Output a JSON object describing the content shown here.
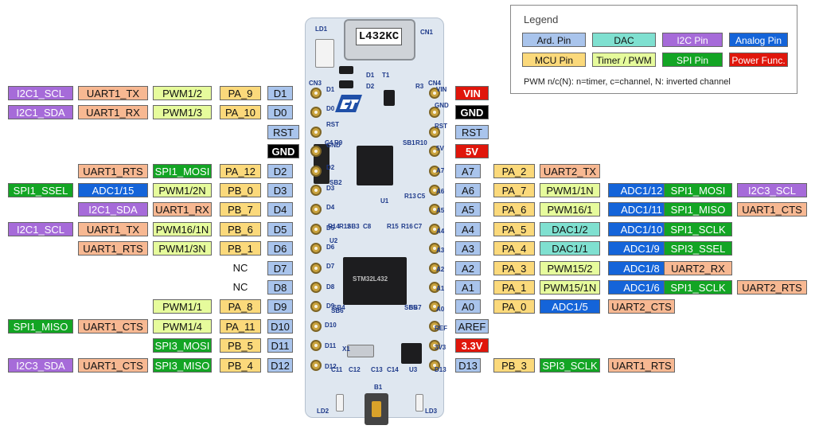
{
  "colors": {
    "ard": "#a9c4ec",
    "mcu": "#fbd97b",
    "dac": "#7fe0d0",
    "timer": "#e6fb9c",
    "i2c": "#a66bd9",
    "spi": "#13a524",
    "analog": "#1464d9",
    "power": "#e0160b",
    "uart": "#f7b892",
    "gnd": "#000000"
  },
  "legend": {
    "title": "Legend",
    "items": [
      {
        "label": "Ard. Pin",
        "type": "ard"
      },
      {
        "label": "DAC",
        "type": "dac"
      },
      {
        "label": "I2C Pin",
        "type": "i2c"
      },
      {
        "label": "Analog Pin",
        "type": "analog"
      },
      {
        "label": "MCU Pin",
        "type": "mcu"
      },
      {
        "label": "Timer / PWM",
        "type": "timer"
      },
      {
        "label": "SPI Pin",
        "type": "spi"
      },
      {
        "label": "Power Func.",
        "type": "power"
      }
    ],
    "note": "PWM n/c(N): n=timer, c=channel, N: inverted channel"
  },
  "board": {
    "name": "L432KC",
    "silk": [
      "LD1",
      "CN1",
      "CN3",
      "CN4",
      "D1",
      "D2",
      "T1",
      "R3",
      "R9",
      "C4",
      "SB1",
      "R10",
      "U1",
      "SB2",
      "SB3",
      "C8",
      "R14",
      "R12",
      "R15",
      "R16",
      "C7",
      "R13",
      "C5",
      "U2",
      "SB4",
      "SB5",
      "SB6",
      "SB7",
      "X1",
      "C11",
      "C12",
      "C13",
      "C14",
      "U3",
      "B1",
      "LD2",
      "LD3",
      "VIN",
      "GND",
      "RST",
      "5V",
      "A7",
      "A6",
      "A5",
      "A4",
      "A3",
      "A2",
      "A1",
      "A0",
      "REF",
      "3V3",
      "D13",
      "D1",
      "D0",
      "RST",
      "GND",
      "D2",
      "D3",
      "D4",
      "D5",
      "D6",
      "D7",
      "D8",
      "D9",
      "D10",
      "D11",
      "D12"
    ],
    "chip": "STM32L432"
  },
  "left_rows": [
    [
      {
        "t": "I2C1_SCL",
        "k": "i2c"
      },
      {
        "t": "UART1_TX",
        "k": "uart"
      },
      {
        "t": "PWM1/2",
        "k": "timer"
      },
      {
        "t": "PA_9",
        "k": "mcu"
      },
      {
        "t": "D1",
        "k": "ard"
      }
    ],
    [
      {
        "t": "I2C1_SDA",
        "k": "i2c"
      },
      {
        "t": "UART1_RX",
        "k": "uart"
      },
      {
        "t": "PWM1/3",
        "k": "timer"
      },
      {
        "t": "PA_10",
        "k": "mcu"
      },
      {
        "t": "D0",
        "k": "ard"
      }
    ],
    [
      {
        "t": "RST",
        "k": "ard"
      }
    ],
    [
      {
        "t": "GND",
        "k": "gnd"
      }
    ],
    [
      {
        "t": "UART1_RTS",
        "k": "uart"
      },
      {
        "t": "SPI1_MOSI",
        "k": "spi"
      },
      {
        "t": "PA_12",
        "k": "mcu"
      },
      {
        "t": "D2",
        "k": "ard"
      }
    ],
    [
      {
        "t": "SPI1_SSEL",
        "k": "spi"
      },
      {
        "t": "ADC1/15",
        "k": "analog"
      },
      {
        "t": "PWM1/2N",
        "k": "timer"
      },
      {
        "t": "PB_0",
        "k": "mcu"
      },
      {
        "t": "D3",
        "k": "ard"
      }
    ],
    [
      {
        "t": "I2C1_SDA",
        "k": "i2c"
      },
      {
        "t": "UART1_RX",
        "k": "uart"
      },
      {
        "t": "PB_7",
        "k": "mcu"
      },
      {
        "t": "D4",
        "k": "ard"
      }
    ],
    [
      {
        "t": "I2C1_SCL",
        "k": "i2c"
      },
      {
        "t": "UART1_TX",
        "k": "uart"
      },
      {
        "t": "PWM16/1N",
        "k": "timer"
      },
      {
        "t": "PB_6",
        "k": "mcu"
      },
      {
        "t": "D5",
        "k": "ard"
      }
    ],
    [
      {
        "t": "UART1_RTS",
        "k": "uart"
      },
      {
        "t": "PWM1/3N",
        "k": "timer"
      },
      {
        "t": "PB_1",
        "k": "mcu"
      },
      {
        "t": "D6",
        "k": "ard"
      }
    ],
    [
      {
        "t": "NC",
        "k": "none"
      },
      {
        "t": "D7",
        "k": "ard"
      }
    ],
    [
      {
        "t": "NC",
        "k": "none"
      },
      {
        "t": "D8",
        "k": "ard"
      }
    ],
    [
      {
        "t": "PWM1/1",
        "k": "timer"
      },
      {
        "t": "PA_8",
        "k": "mcu"
      },
      {
        "t": "D9",
        "k": "ard"
      }
    ],
    [
      {
        "t": "SPI1_MISO",
        "k": "spi"
      },
      {
        "t": "UART1_CTS",
        "k": "uart"
      },
      {
        "t": "PWM1/4",
        "k": "timer"
      },
      {
        "t": "PA_11",
        "k": "mcu"
      },
      {
        "t": "D10",
        "k": "ard"
      }
    ],
    [
      {
        "t": "SPI3_MOSI",
        "k": "spi"
      },
      {
        "t": "PB_5",
        "k": "mcu"
      },
      {
        "t": "D11",
        "k": "ard"
      }
    ],
    [
      {
        "t": "I2C3_SDA",
        "k": "i2c"
      },
      {
        "t": "UART1_CTS",
        "k": "uart"
      },
      {
        "t": "SPI3_MISO",
        "k": "spi"
      },
      {
        "t": "PB_4",
        "k": "mcu"
      },
      {
        "t": "D12",
        "k": "ard"
      }
    ]
  ],
  "right_rows": [
    [
      {
        "t": "VIN",
        "k": "power"
      }
    ],
    [
      {
        "t": "GND",
        "k": "gnd"
      }
    ],
    [
      {
        "t": "RST",
        "k": "ard"
      }
    ],
    [
      {
        "t": "5V",
        "k": "power"
      }
    ],
    [
      {
        "t": "A7",
        "k": "ard"
      },
      {
        "t": "PA_2",
        "k": "mcu"
      },
      {
        "t": "UART2_TX",
        "k": "uart"
      }
    ],
    [
      {
        "t": "A6",
        "k": "ard"
      },
      {
        "t": "PA_7",
        "k": "mcu"
      },
      {
        "t": "PWM1/1N",
        "k": "timer"
      },
      {
        "t": "ADC1/12",
        "k": "analog"
      },
      {
        "t": "SPI1_MOSI",
        "k": "spi"
      },
      {
        "t": "I2C3_SCL",
        "k": "i2c"
      }
    ],
    [
      {
        "t": "A5",
        "k": "ard"
      },
      {
        "t": "PA_6",
        "k": "mcu"
      },
      {
        "t": "PWM16/1",
        "k": "timer"
      },
      {
        "t": "ADC1/11",
        "k": "analog"
      },
      {
        "t": "SPI1_MISO",
        "k": "spi"
      },
      {
        "t": "UART1_CTS",
        "k": "uart"
      }
    ],
    [
      {
        "t": "A4",
        "k": "ard"
      },
      {
        "t": "PA_5",
        "k": "mcu"
      },
      {
        "t": "DAC1/2",
        "k": "dac"
      },
      {
        "t": "ADC1/10",
        "k": "analog"
      },
      {
        "t": "SPI1_SCLK",
        "k": "spi"
      }
    ],
    [
      {
        "t": "A3",
        "k": "ard"
      },
      {
        "t": "PA_4",
        "k": "mcu"
      },
      {
        "t": "DAC1/1",
        "k": "dac"
      },
      {
        "t": "ADC1/9",
        "k": "analog"
      },
      {
        "t": "SPI3_SSEL",
        "k": "spi"
      }
    ],
    [
      {
        "t": "A2",
        "k": "ard"
      },
      {
        "t": "PA_3",
        "k": "mcu"
      },
      {
        "t": "PWM15/2",
        "k": "timer"
      },
      {
        "t": "ADC1/8",
        "k": "analog"
      },
      {
        "t": "UART2_RX",
        "k": "uart"
      }
    ],
    [
      {
        "t": "A1",
        "k": "ard"
      },
      {
        "t": "PA_1",
        "k": "mcu"
      },
      {
        "t": "PWM15/1N",
        "k": "timer"
      },
      {
        "t": "ADC1/6",
        "k": "analog"
      },
      {
        "t": "SPI1_SCLK",
        "k": "spi"
      },
      {
        "t": "UART2_RTS",
        "k": "uart"
      }
    ],
    [
      {
        "t": "A0",
        "k": "ard"
      },
      {
        "t": "PA_0",
        "k": "mcu"
      },
      {
        "t": "ADC1/5",
        "k": "analog"
      },
      {
        "t": "UART2_CTS",
        "k": "uart"
      }
    ],
    [
      {
        "t": "AREF",
        "k": "ard"
      }
    ],
    [
      {
        "t": "3.3V",
        "k": "power"
      }
    ],
    [
      {
        "t": "D13",
        "k": "ard"
      },
      {
        "t": "PB_3",
        "k": "mcu"
      },
      {
        "t": "SPI3_SCLK",
        "k": "spi"
      },
      {
        "t": "UART1_RTS",
        "k": "uart"
      }
    ]
  ]
}
